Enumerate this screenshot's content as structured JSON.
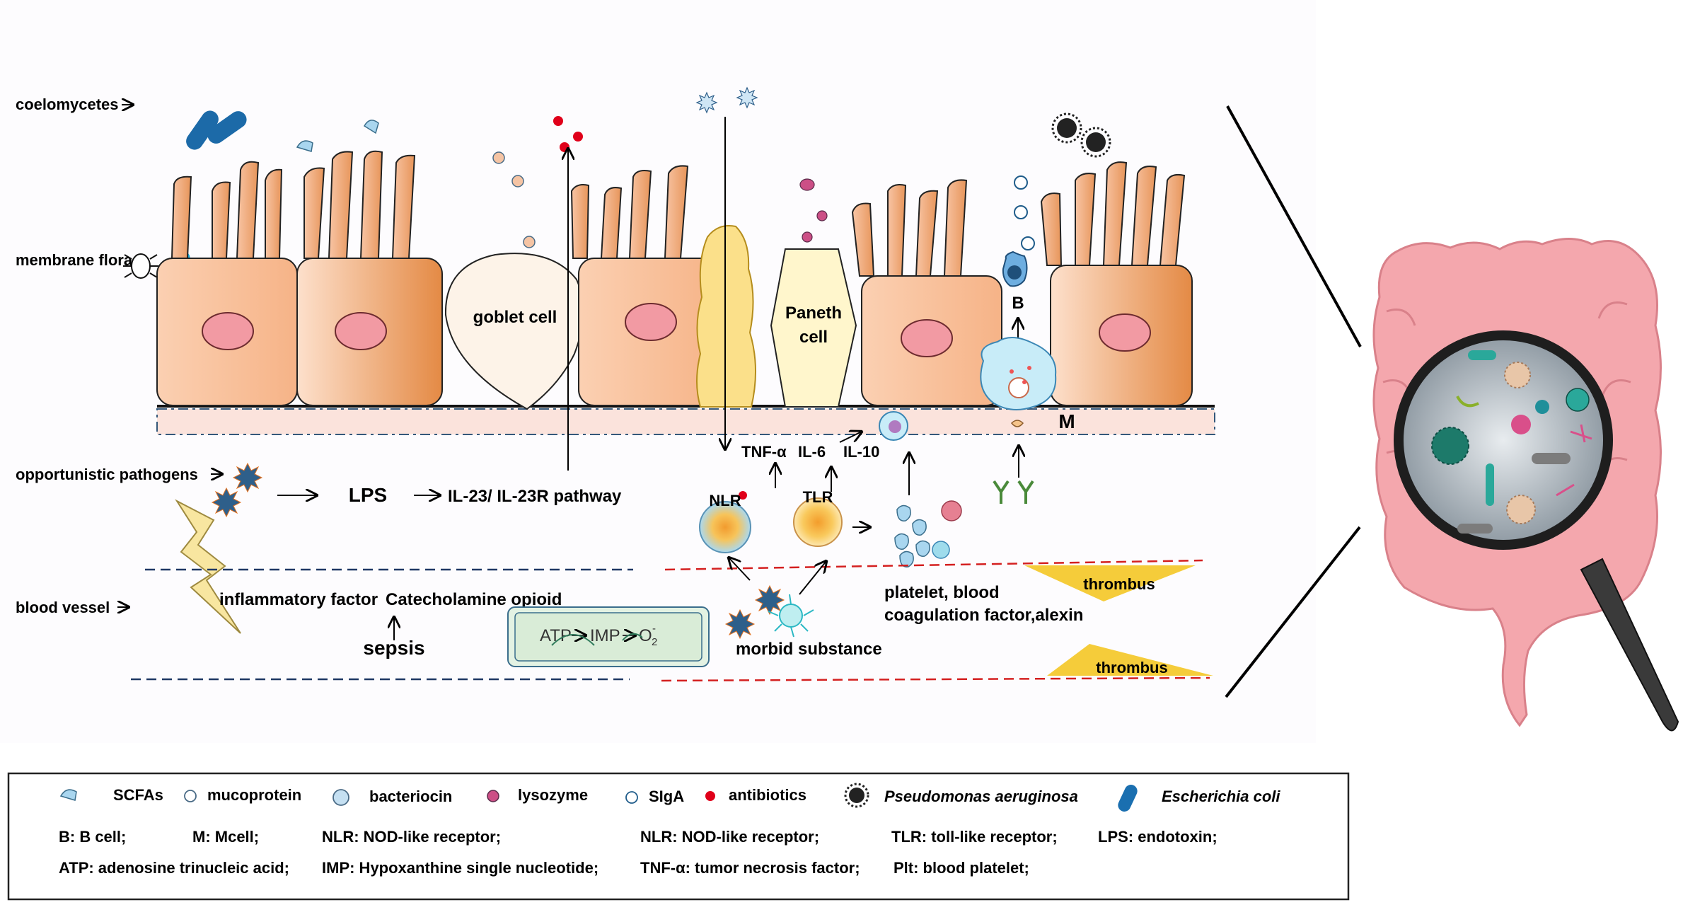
{
  "side_labels": {
    "coelomycetes": "coelomycetes",
    "membrane_flora": "membrane flora",
    "opportunistic_pathogens": "opportunistic pathogens",
    "blood_vessel": "blood vessel"
  },
  "cells": {
    "goblet": "goblet cell",
    "paneth_line1": "Paneth",
    "paneth_line2": "cell",
    "b": "B",
    "m": "M"
  },
  "pathway": {
    "lps": "LPS",
    "il23": "IL-23/ IL-23R pathway",
    "tnf": "TNF-α",
    "il6": "IL-6",
    "il10": "IL-10",
    "nlr": "NLR",
    "tlr": "TLR"
  },
  "vessel": {
    "inflammatory": "inflammatory factor",
    "catecholamine": "Catecholamine opioid",
    "sepsis": "sepsis",
    "atp": "ATP",
    "imp": "IMP",
    "o2": "O",
    "o2_sub": "2",
    "o2_sup": "-",
    "morbid": "morbid substance",
    "platelet_line1": "platelet, blood",
    "platelet_line2": "coagulation factor,alexin",
    "thrombus1": "thrombus",
    "thrombus2": "thrombus"
  },
  "legend": {
    "scfa": "SCFAs",
    "mucoprotein": "mucoprotein",
    "bacteriocin": "bacteriocin",
    "lysozyme": "lysozyme",
    "siga": "SIgA",
    "antibiotics": "antibiotics",
    "pseudomonas": "Pseudomonas aeruginosa",
    "ecoli": "Escherichia coli",
    "abbr_row1": [
      "B: B cell;",
      "M: Mcell;",
      "NLR: NOD-like receptor;",
      "NLR:  NOD-like receptor;",
      "TLR: toll-like receptor;",
      "LPS: endotoxin;"
    ],
    "abbr_row2": [
      "ATP: adenosine trinucleic acid;",
      "IMP: Hypoxanthine single nucleotide;",
      "TNF-α: tumor necrosis factor;",
      "Plt: blood platelet;"
    ]
  },
  "colors": {
    "cell_light": "#fbd3b8",
    "cell_dark": "#e8904a",
    "nucleus": "#f29aa3",
    "membrane_band": "#fbe3dc",
    "paneth": "#fff6cc",
    "yellow_cell": "#fbe08a",
    "antibiotic_red": "#e0001a",
    "lysozyme": "#cc4f86",
    "ecoli_blue": "#1a6fb0",
    "thrombus": "#f5cc3a",
    "intestine_pink": "#f4a7ad",
    "vessel_dash": "#1f3864",
    "vessel_dash_red": "#d42020"
  }
}
